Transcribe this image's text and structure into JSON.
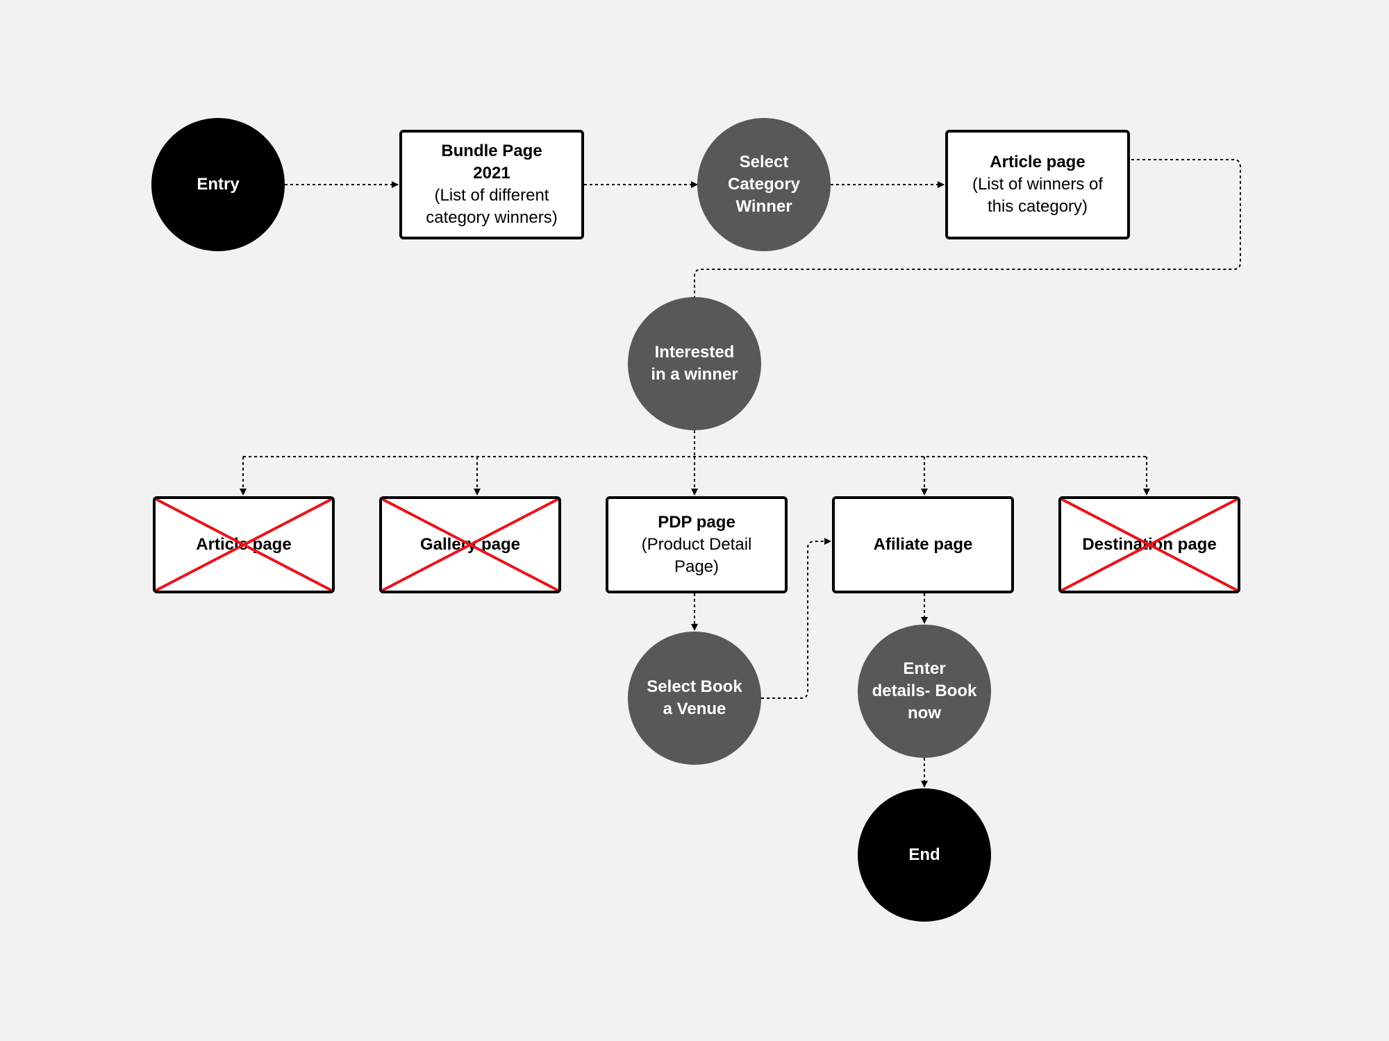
{
  "nodes": {
    "entry": "Entry",
    "bundle": {
      "title": "Bundle Page 2021",
      "sub": "(List of different category winners)"
    },
    "select_category": "Select Category Winner",
    "article_top": {
      "title": "Article page",
      "sub": "(List of winners of this category)"
    },
    "interested": "Interested in a winner",
    "article_option": "Article page",
    "gallery_option": "Gallery page",
    "pdp": {
      "title": "PDP page",
      "sub": "(Product Detail Page)"
    },
    "affiliate": "Afiliate page",
    "destination_option": "Destination page",
    "select_book": "Select Book a Venue",
    "enter_details": "Enter details- Book now",
    "end": "End"
  },
  "colors": {
    "background": "#f2f2f2",
    "terminal": "#000000",
    "step": "#585858",
    "box_border": "#000000",
    "cross_out": "#e8141b"
  }
}
